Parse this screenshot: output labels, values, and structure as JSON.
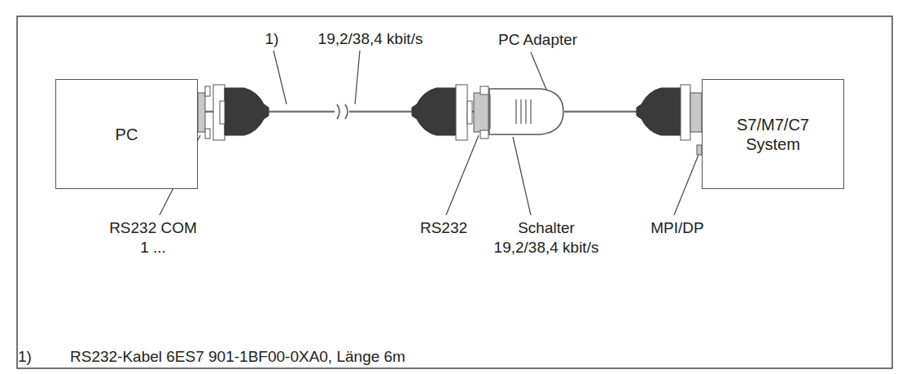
{
  "diagram": {
    "nodes": [
      {
        "text": [
          "PC"
        ]
      },
      {
        "text": [
          "PC Adapter"
        ]
      },
      {
        "text": [
          "S7/M7/C7 System"
        ]
      }
    ],
    "edges": [
      {
        "from": 0,
        "to": 1,
        "arrow": "none"
      },
      {
        "from": 1,
        "to": 2,
        "arrow": "none"
      }
    ],
    "labels": [
      "1)",
      "19,2/38,4 kbit/s",
      "RS232 COM 1 ...",
      "RS232",
      "Schalter 19,2/38,4 kbit/s",
      "MPI/DP",
      "1)",
      "RS232-Kabel 6ES7 901-1BF00-0XA0, Länge 6m"
    ]
  }
}
